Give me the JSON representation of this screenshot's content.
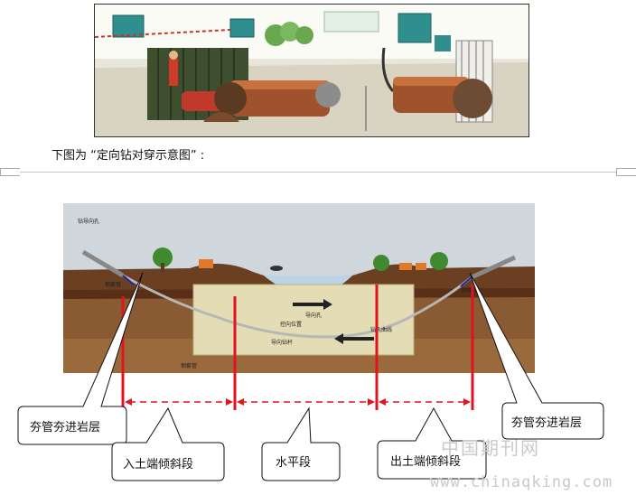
{
  "caption": "下图为 “定向钻对穿示意图” :",
  "diagram": {
    "title": "钻导向孔",
    "labels": {
      "left_casing": "钢套管",
      "right_casing": "钢套管",
      "bottom_casing": "钢套管",
      "control_position": "控向位置",
      "guide_hole": "导向孔",
      "guide_drill_rod": "导向钻杆",
      "drill_curve": "钻孔曲线"
    }
  },
  "segments": {
    "entry_slope": "入土端倾斜段",
    "horizontal": "水平段",
    "exit_slope": "出土端倾斜段"
  },
  "callouts": {
    "left": "夯管夯进岩层",
    "right": "夯管夯进岩层"
  },
  "watermark": {
    "cn": "中国期刊网",
    "url": "www.chinaqking.com"
  },
  "colors": {
    "marker_red": "#e0141c",
    "sky": "#cfd6dc",
    "soil": "#8a5a33",
    "water": "#bcd3e4",
    "pit": "#e3dcb4"
  }
}
